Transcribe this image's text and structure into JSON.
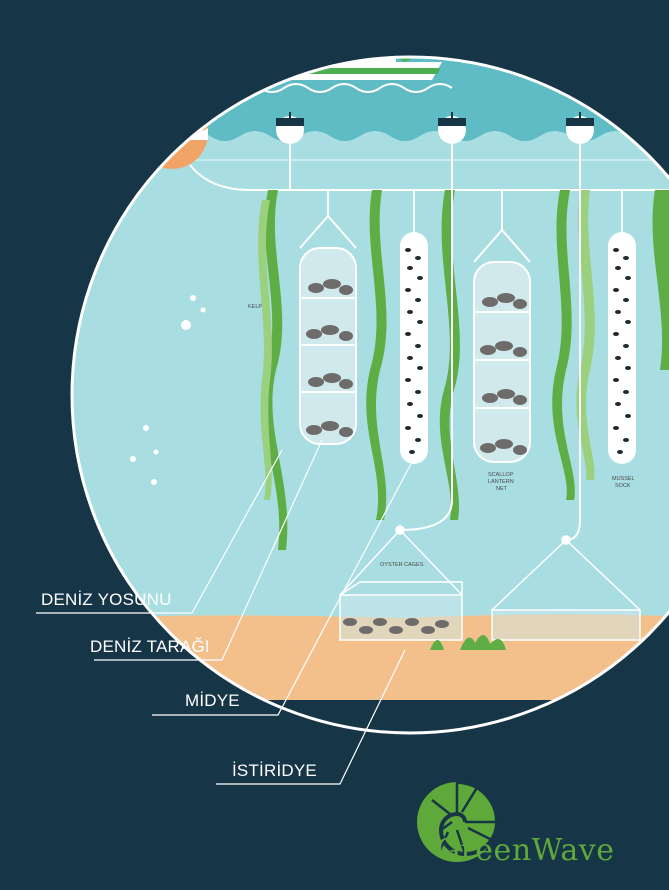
{
  "labels": {
    "kelp": "DENİZ YOSUNU",
    "scallop": "DENİZ TARAĞI",
    "mussel": "MİDYE",
    "oyster": "İSTİRİDYE"
  },
  "small_labels": {
    "kelp": "KELP",
    "scallop_line1": "SCALLOP",
    "scallop_line2": "LANTERN",
    "scallop_line3": "NET",
    "mussel_line1": "MUSSEL",
    "mussel_line2": "SOCK",
    "oyster_cages": "OYSTER CAGES"
  },
  "brand": {
    "name": "GreenWave",
    "logo_icon": "nautilus-shell-icon"
  },
  "colors": {
    "background": "#163547",
    "sea_surface": "#5fbcc4",
    "underwater": "#a8dde2",
    "kelp_green": "#5fae45",
    "sand": "#f3c08c",
    "buoy_orange": "#f2a466",
    "boat_green": "#4caf50",
    "brand_green": "#5fa83a"
  }
}
